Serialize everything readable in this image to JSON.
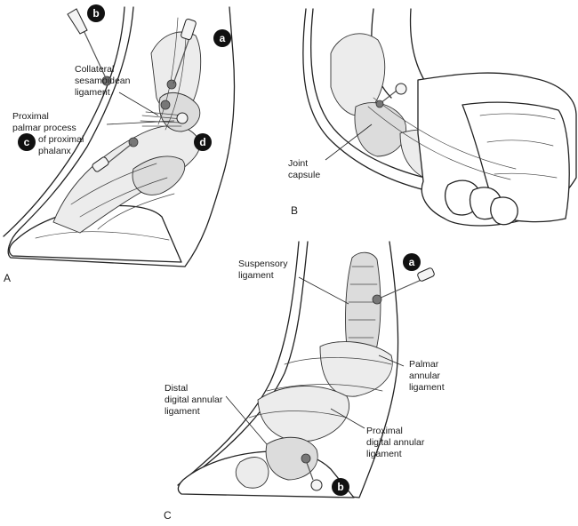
{
  "panels": {
    "A": "A",
    "B": "B",
    "C": "C"
  },
  "badges": {
    "a": "a",
    "b": "b",
    "c": "c",
    "d": "d"
  },
  "labels": {
    "collateral_sesamoidean": [
      "Collateral",
      "sesamoidean",
      "ligament"
    ],
    "proximal_palmar_process": [
      "Proximal",
      "palmar process",
      "of proximal",
      "phalanx"
    ],
    "joint_capsule": [
      "Joint",
      "capsule"
    ],
    "suspensory_ligament": [
      "Suspensory",
      "ligament"
    ],
    "palmar_annular": [
      "Palmar",
      "annular",
      "ligament"
    ],
    "distal_digital_annular": [
      "Distal",
      "digital annular",
      "ligament"
    ],
    "proximal_digital_annular": [
      "Proximal",
      "digital annular",
      "ligament"
    ]
  }
}
